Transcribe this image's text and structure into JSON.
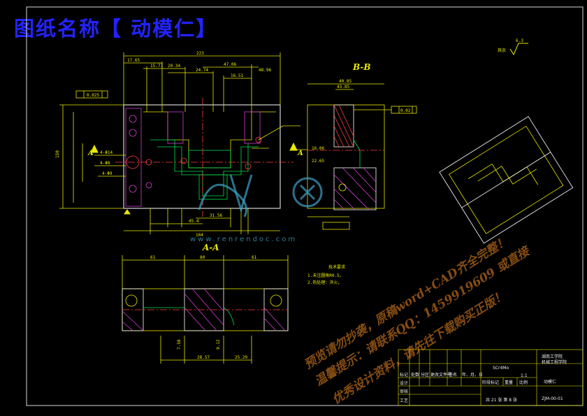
{
  "title": "图纸名称【 动模仁】",
  "views": {
    "section_bb": "B-B",
    "section_aa": "A-A",
    "arrow_a": "A"
  },
  "roughness": {
    "label": "其余",
    "value": "6.3"
  },
  "dimensions": {
    "overall_width": "223",
    "top_left": "17.65",
    "d1": "15.77",
    "d2": "20.34",
    "d3": "24.74",
    "d4": "47.06",
    "d5": "16.51",
    "d6": "48.96",
    "height": "150",
    "bb_width": "40.85",
    "bb_top": "43.85",
    "tol_left": "0.025",
    "tol_right": "0.02",
    "d_4phi": "4-Φ14",
    "d_4b": "4-Φ8",
    "d_4c": "4-Φ9",
    "d_bottom1": "45.4",
    "d_bottom2": "104",
    "d_bottom3": "31.56",
    "d_bb_mid": "16.06",
    "d_bb_side": "22.65",
    "aa_left": "61",
    "aa_mid": "80",
    "aa_right": "61",
    "aa_h1": "7.58",
    "aa_h2": "28.57",
    "aa_h3": "25.29",
    "aa_h4": "9.12"
  },
  "notes": {
    "heading": "技术要求",
    "line1": "1.未注圆角R0.5，",
    "line2": "2.热处理：淬火，"
  },
  "title_block": {
    "material": "SCr4Mo",
    "org": "湖南工学院",
    "dept": "机械工程学院",
    "part_name": "动模仁",
    "drawing_no": "ZJM-00-01",
    "scale_label": "比例",
    "scale": "1:1",
    "sheet": "共 21 张 第 8 张",
    "rows": [
      "标记",
      "设计",
      "审核",
      "工艺"
    ],
    "cols": [
      "处数",
      "分区",
      "更改文件号",
      "签名",
      "年、月、日"
    ],
    "weight_label": "重量",
    "stage_label": "阶段标记"
  },
  "watermark": {
    "url": "www.renrendoc.com",
    "line1": "预览请勿抄袭，原稿word+CAD齐全完整！",
    "line2": "温馨提示：请联系QQ：1459919609 或直接",
    "line3": "优秀设计资料，请先往下载购买正版！"
  }
}
